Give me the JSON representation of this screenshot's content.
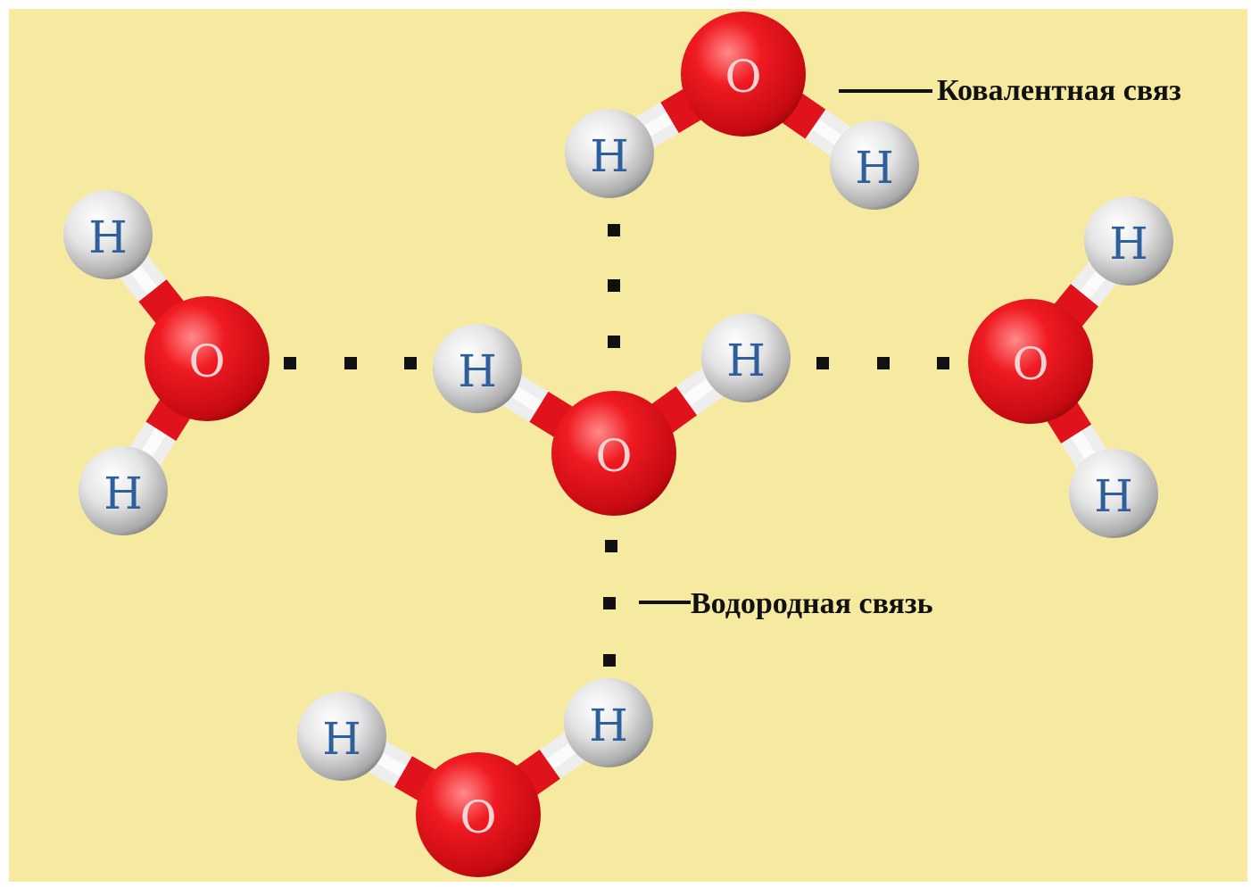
{
  "colors": {
    "background": "#f6eaa0",
    "border": "#ffffff",
    "oxygen": "#e0121b",
    "hydrogen": "#d7d7d7",
    "hydrogen_label": "#2e5f9a",
    "oxygen_label": "#f6d3d3",
    "bond_red": "#e0121b",
    "bond_white": "#eeeeee",
    "dot": "#111111"
  },
  "elements": {
    "oxygen": "O",
    "hydrogen": "H"
  },
  "annotations": {
    "covalent_bond": "Ковалентная связ",
    "hydrogen_bond": "Водородная связь"
  }
}
